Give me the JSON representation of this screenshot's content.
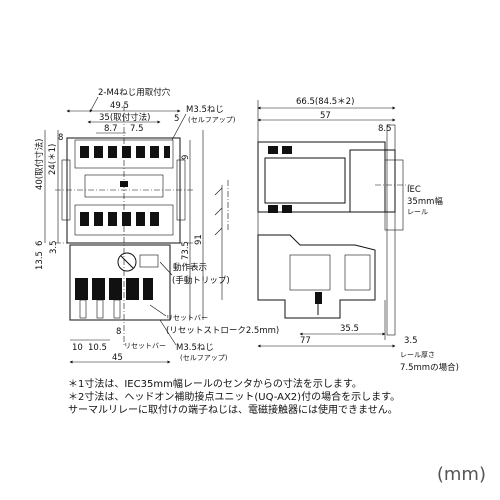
{
  "labels": {
    "mount_holes": "2-M4ねじ用取付穴",
    "screw_top": "M3.5ねじ",
    "self_up_top": "(セルフアップ)",
    "d_49_5": "49.5",
    "d_35_mount": "35(取付寸法)",
    "d_5": "5",
    "d_8_7": "8.7",
    "d_7_5": "7.5",
    "d_9": "9",
    "d_24": "24(＊1)",
    "d_40": "40(取付寸法)",
    "d_8a": "8",
    "d_3_5": "3.5",
    "d_13_5": "13.5",
    "d_6": "6",
    "d_73_5": "73.5",
    "d_91": "91",
    "d_66_5": "66.5(84.5＊2)",
    "d_57": "57",
    "d_8_5": "8.5",
    "iec": "IEC",
    "rail35": "35mm幅",
    "rail_word": "レール",
    "indicator1": "動作表示",
    "indicator2": "(手動トリップ)",
    "reset_bar": "リセットバー",
    "reset_stroke": "(リセットストローク2.5mm)",
    "d_35_5": "35.5",
    "d_77": "77",
    "d_3_5b": "3.5",
    "rail_thick1": "レール厚さ",
    "rail_thick2": "7.5mmの場合)",
    "screw_bottom": "M3.5ねじ",
    "self_up_bottom": "(セルフアップ)",
    "d_10": "10",
    "d_10_5": "10.5",
    "d_8b": "8",
    "reset_bar2": "リセットバー",
    "d_45": "45"
  },
  "notes": [
    "＊1寸法は、IEC35mm幅レールのセンタからの寸法を示します。",
    "＊2寸法は、ヘッドオン補助接点ユニット(UQ-AX2)付の場合を示します。",
    "サーマルリレーに取付けの端子ねじは、電磁接触器には使用できません。"
  ],
  "unit": "(mm)"
}
